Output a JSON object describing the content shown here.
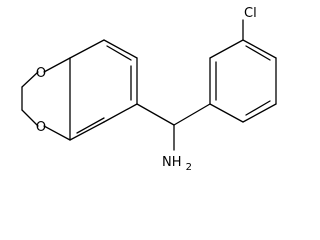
{
  "molecule": {
    "atoms": {
      "oxygen_top": "O",
      "oxygen_bottom": "O",
      "chlorine": "Cl",
      "amine": "NH",
      "amine_subscript": "2"
    },
    "colors": {
      "bond": "#000000",
      "background": "#ffffff"
    }
  }
}
